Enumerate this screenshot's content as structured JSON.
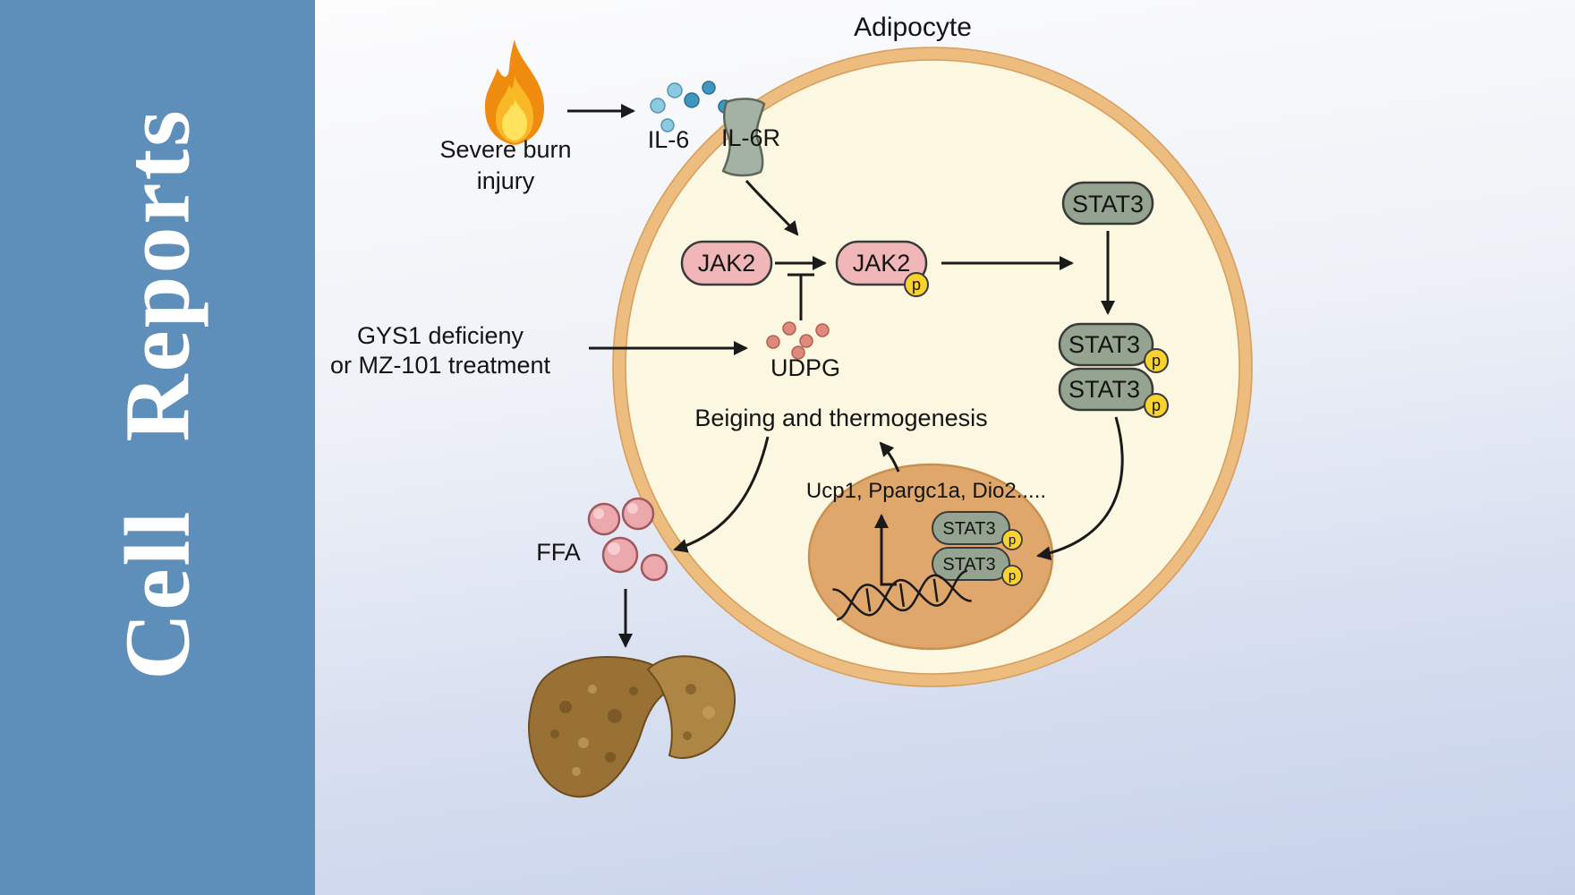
{
  "journal": {
    "title": "Cell Reports"
  },
  "labels": {
    "adipocyte": "Adipocyte",
    "severe_burn_1": "Severe burn",
    "severe_burn_2": "injury",
    "il6": "IL-6",
    "il6r": "IL-6R",
    "jak2": "JAK2",
    "stat3": "STAT3",
    "p": "p",
    "gys1_1": "GYS1 deficieny",
    "gys1_2": "or MZ-101 treatment",
    "udpg": "UDPG",
    "beiging": "Beiging and thermogenesis",
    "genes": "Ucp1, Ppargc1a, Dio2.....",
    "ffa": "FFA"
  },
  "colors": {
    "sidebar_blue": "#5e8eba",
    "membrane": "#edbc7f",
    "membrane_edge": "#d79f5f",
    "cytoplasm": "#fcf7e0",
    "nucleus": "#dfa76c",
    "jak2_fill": "#f0b6b8",
    "stat3_fill": "#95a490",
    "phospho_yellow": "#f8d22e",
    "il6_dot_light": "#8ccadf",
    "il6_dot_dark": "#3f97bd",
    "receptor_fill": "#a3b2a2",
    "udpg_dot": "#dd8a7c",
    "ffa_fill": "#eba9ad",
    "liver_left": "#9a7134",
    "liver_right": "#ae8644",
    "flame_outer": "#ef8c10",
    "flame_mid": "#f9b826",
    "flame_inner": "#ffe25e"
  }
}
